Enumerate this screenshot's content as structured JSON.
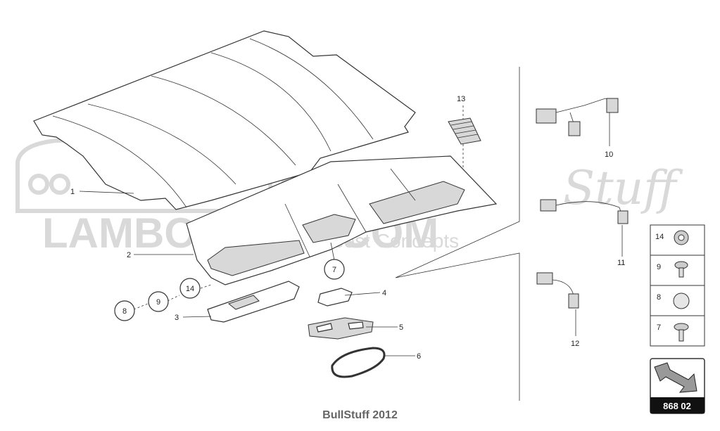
{
  "watermark": {
    "brand": "lambo",
    "script": "Stuff",
    "site": "LAMBOSTUFF.COM",
    "tagline": "Best Concepts"
  },
  "callouts": [
    "1",
    "2",
    "3",
    "4",
    "5",
    "6",
    "7",
    "8",
    "9",
    "10",
    "11",
    "12",
    "13",
    "14"
  ],
  "legend": {
    "items": [
      {
        "num": "14",
        "icon": "washer-icon"
      },
      {
        "num": "9",
        "icon": "screw-icon"
      },
      {
        "num": "8",
        "icon": "cap-icon"
      },
      {
        "num": "7",
        "icon": "clip-screw-icon"
      }
    ]
  },
  "page_ref": "868 02",
  "footer": "BullStuff 2012"
}
